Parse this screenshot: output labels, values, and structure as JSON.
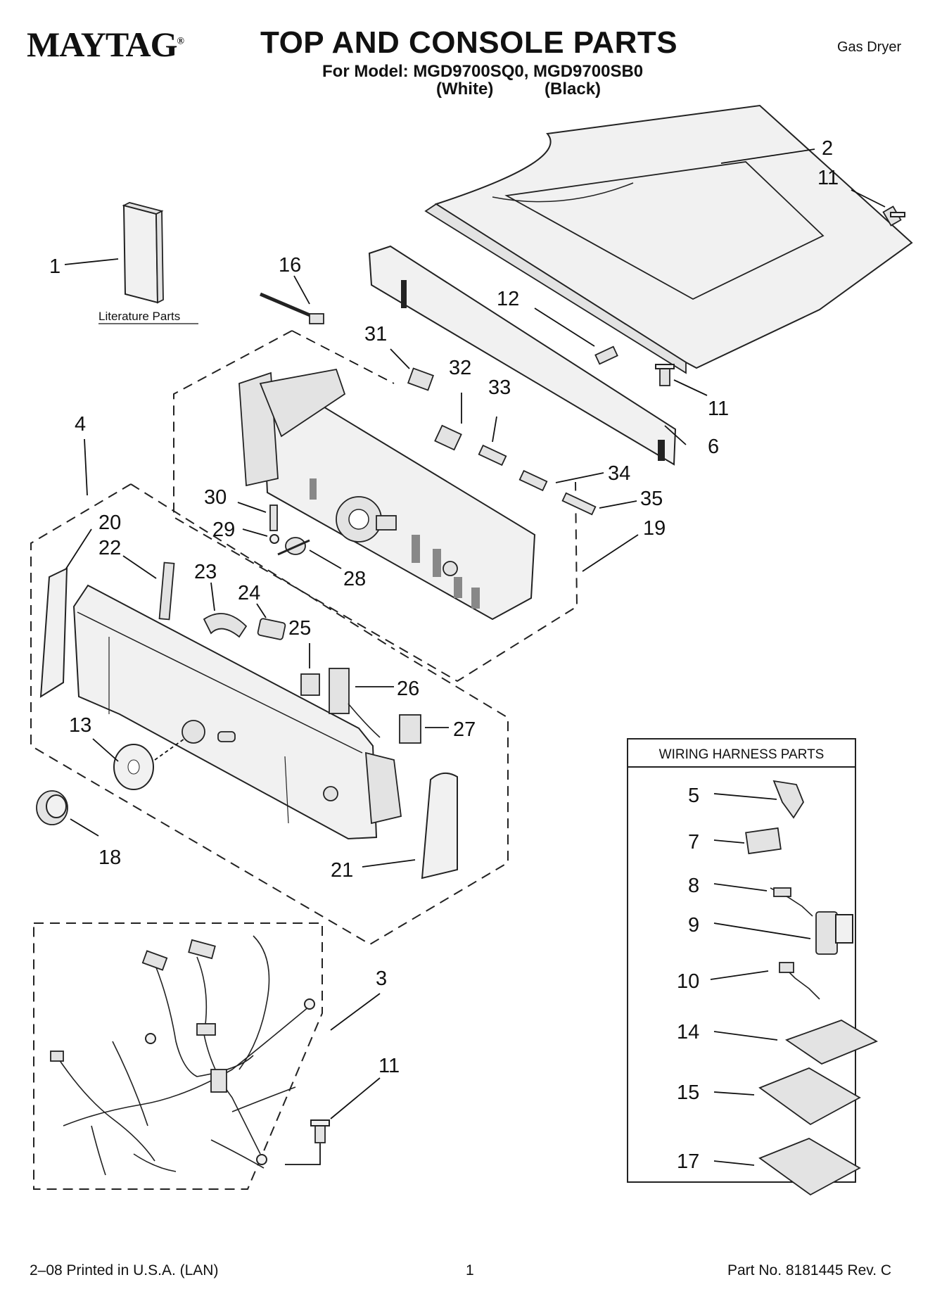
{
  "header": {
    "brand": "MAYTAG",
    "brand_mark": "®",
    "title": "TOP AND CONSOLE PARTS",
    "model_line": "For Model: MGD9700SQ0, MGD9700SB0",
    "color_white": "(White)",
    "color_black": "(Black)",
    "appliance_type": "Gas Dryer"
  },
  "literature_label": "Literature Parts",
  "wiring_box_title": "WIRING HARNESS PARTS",
  "callouts": {
    "c1": "1",
    "c2": "2",
    "c3": "3",
    "c4": "4",
    "c5": "5",
    "c6": "6",
    "c7": "7",
    "c8": "8",
    "c9": "9",
    "c10": "10",
    "c11a": "11",
    "c11b": "11",
    "c11c": "11",
    "c12": "12",
    "c13": "13",
    "c14": "14",
    "c15": "15",
    "c16": "16",
    "c17": "17",
    "c18": "18",
    "c19": "19",
    "c20": "20",
    "c21": "21",
    "c22": "22",
    "c23": "23",
    "c24": "24",
    "c25": "25",
    "c26": "26",
    "c27": "27",
    "c28": "28",
    "c29": "29",
    "c30": "30",
    "c31": "31",
    "c32": "32",
    "c33": "33",
    "c34": "34",
    "c35": "35"
  },
  "footer": {
    "print_info": "2–08 Printed in U.S.A. (LAN)",
    "page_number": "1",
    "part_number": "Part No. 8181445 Rev. C"
  }
}
